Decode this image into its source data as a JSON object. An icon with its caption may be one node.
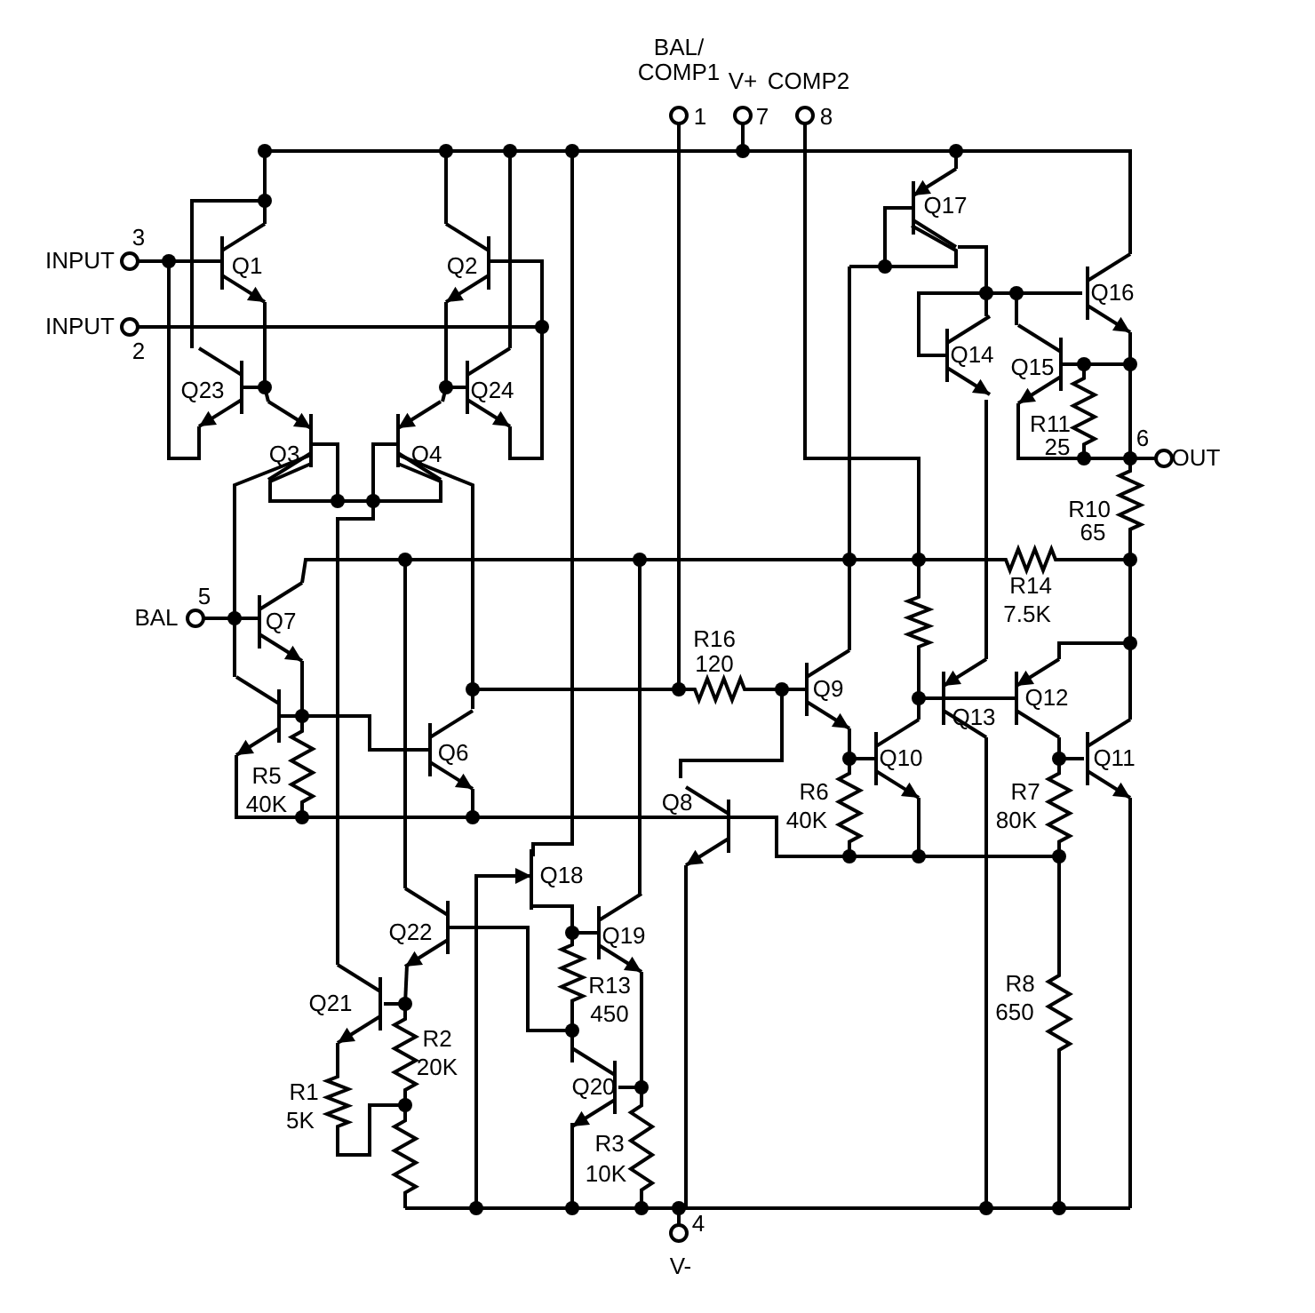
{
  "diagram": {
    "labels": [
      "BAL/ COMP1",
      "V+",
      "COMP2",
      "1",
      "7",
      "8",
      "3",
      "INPUT",
      "Q1",
      "Q2",
      "Q17",
      "INPUT",
      "2",
      "Q16",
      "Q23",
      "Q24",
      "Q14",
      "Q15",
      "Q3",
      "Q4",
      "R11",
      "25",
      "6",
      "OUT",
      "R10",
      "65",
      "BAL",
      "5",
      "Q7",
      "R14",
      "7.5K",
      "R16",
      "120",
      "Q9",
      "Q13",
      "Q12",
      "R5",
      "40K",
      "Q6",
      "Q10",
      "Q11",
      "R6",
      "40K",
      "R7",
      "80K",
      "Q8",
      "Q18",
      "Q22",
      "Q19",
      "R13",
      "450",
      "Q21",
      "R2",
      "20K",
      "R1",
      "5K",
      "R8",
      "650",
      "Q20",
      "R3",
      "10K",
      "4",
      "V-"
    ]
  }
}
